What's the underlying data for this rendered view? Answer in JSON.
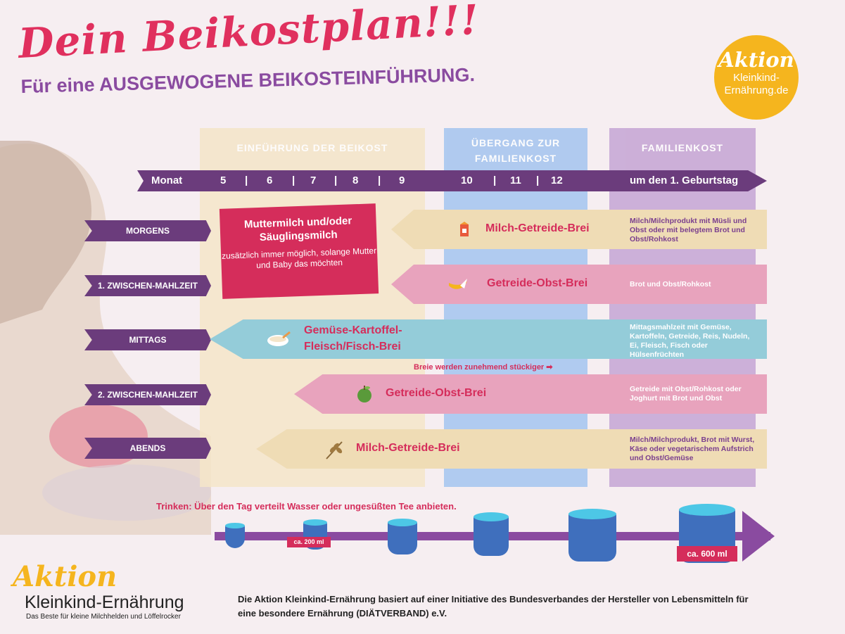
{
  "header": {
    "title": "Dein Beikostplan!!!",
    "subtitle": "Für eine AUSGEWOGENE BEIKOSTEINFÜHRUNG."
  },
  "logo": {
    "line1": "Aktion",
    "line2": "Kleinkind-",
    "line3": "Ernährung.de"
  },
  "phases": [
    {
      "label": "EINFÜHRUNG DER BEIKOST"
    },
    {
      "label": "ÜBERGANG ZUR FAMILIENKOST"
    },
    {
      "label": "FAMILIENKOST"
    }
  ],
  "timeline": {
    "monat": "Monat",
    "months": [
      "5",
      "|",
      "6",
      "|",
      "7",
      "|",
      "8",
      "|",
      "9",
      "10",
      "|",
      "11",
      "|",
      "12"
    ],
    "end": "um den 1. Geburtstag"
  },
  "rows": [
    {
      "label": "MORGENS"
    },
    {
      "label": "1. ZWISCHEN-MAHLZEIT"
    },
    {
      "label": "MITTAGS"
    },
    {
      "label": "2. ZWISCHEN-MAHLZEIT"
    },
    {
      "label": "ABENDS"
    }
  ],
  "breastmilk": {
    "heading": "Muttermilch und/oder Säuglingsmilch",
    "text": "zusätzlich immer möglich, solange Mutter und Baby das möchten"
  },
  "meals": [
    {
      "name": "Milch-Getreide-Brei",
      "icon": "milk-carton-icon",
      "family": "Milch/Milchprodukt mit Müsli und Obst oder mit belegtem Brot und Obst/Rohkost"
    },
    {
      "name": "Getreide-Obst-Brei",
      "icon": "banana-icon",
      "family": "Brot und Obst/Rohkost"
    },
    {
      "name": "Gemüse-Kartoffel-Fleisch/Fisch-Brei",
      "name_line1": "Gemüse-Kartoffel-",
      "name_line2": "Fleisch/Fisch-Brei",
      "icon": "bowl-icon",
      "family": "Mittagsmahlzeit mit Gemüse, Kartoffeln, Getreide, Reis, Nudeln, Ei, Fleisch, Fisch oder Hülsenfrüchten"
    },
    {
      "name": "Getreide-Obst-Brei",
      "icon": "apple-icon",
      "family": "Getreide mit Obst/Rohkost oder Joghurt mit Brot und Obst"
    },
    {
      "name": "Milch-Getreide-Brei",
      "icon": "wheat-icon",
      "family": "Milch/Milchprodukt, Brot mit Wurst, Käse oder vegetarischem Aufstrich und Obst/Gemüse"
    }
  ],
  "hint": "Breie werden zunehmend stückiger ➡",
  "drinks": {
    "text": "Trinken: Über den Tag verteilt Wasser oder ungesüßten Tee anbieten.",
    "tag_small": "ca. 200 ml",
    "tag_large": "ca. 600 ml"
  },
  "footer": {
    "logo_a": "Aktion",
    "logo_b": "Kleinkind-Ernährung",
    "logo_c": "Das Beste für kleine Milchhelden und Löffelrocker",
    "text": "Die Aktion Kleinkind-Ernährung basiert auf einer Initiative des Bundesverbandes der Hersteller von Lebensmitteln für eine besondere Ernährung (DIÄTVERBAND) e.V."
  },
  "colors": {
    "accent_pink": "#d52d5b",
    "purple": "#6b3c7c",
    "yellow": "#f5b51e",
    "cup_blue": "#3f6fbd",
    "water": "#4dc7e6"
  }
}
